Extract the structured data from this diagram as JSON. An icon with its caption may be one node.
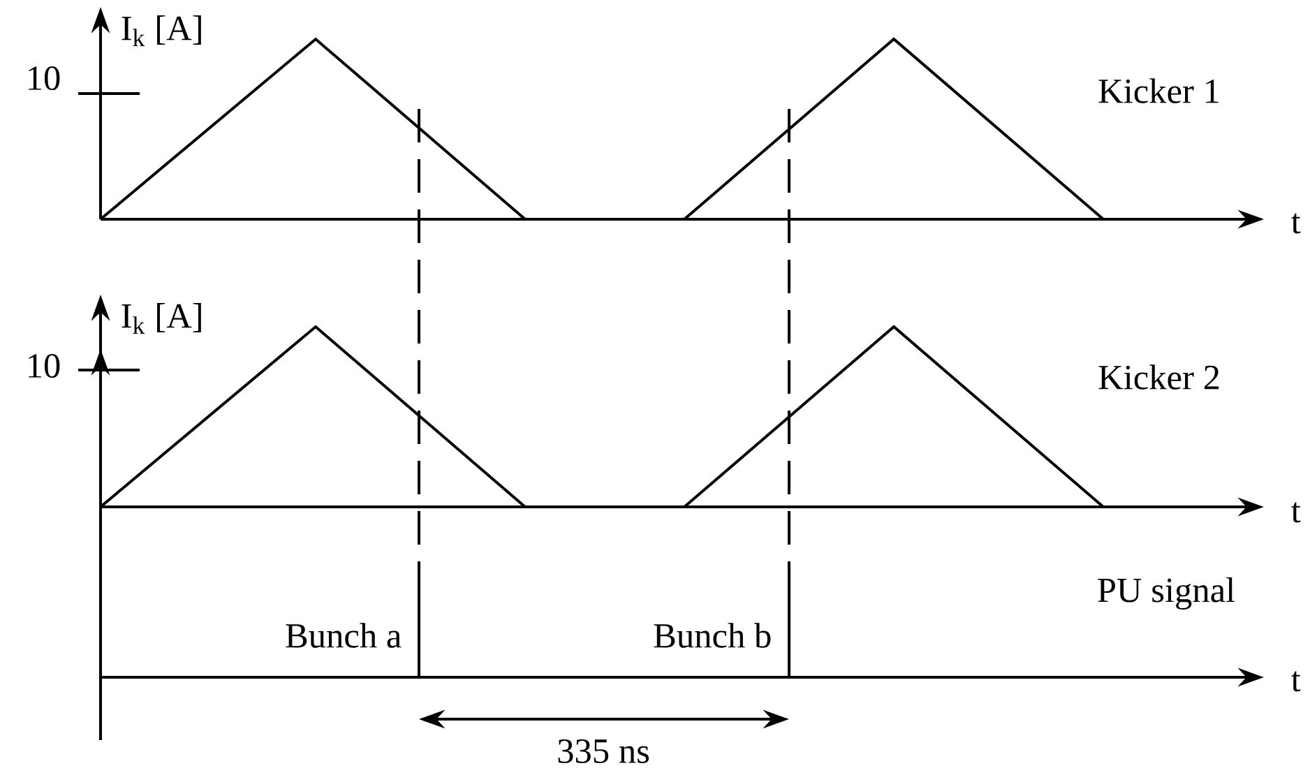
{
  "diagram": {
    "labels": [
      "I$_{k}$ [A]",
      "10",
      "Kicker 1",
      "t",
      "I$_{k}$ [A]",
      "10",
      "Kicker 2",
      "t",
      "PU signal",
      "Bunch a",
      "Bunch b",
      "t",
      "335 ns"
    ]
  }
}
